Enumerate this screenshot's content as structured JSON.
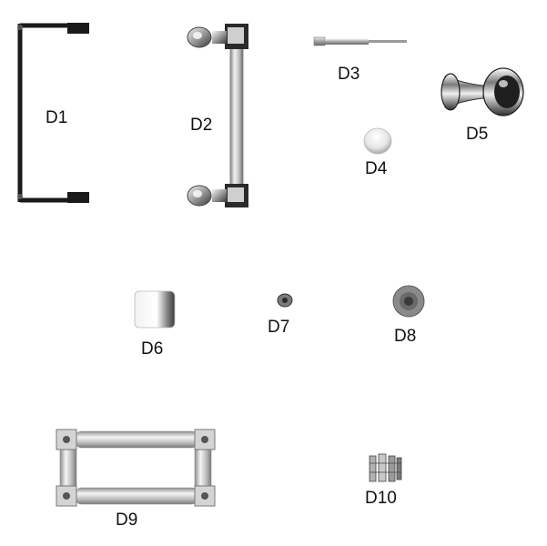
{
  "parts": [
    {
      "label": "D1"
    },
    {
      "label": "D2"
    },
    {
      "label": "D3"
    },
    {
      "label": "D4"
    },
    {
      "label": "D5"
    },
    {
      "label": "D6"
    },
    {
      "label": "D7"
    },
    {
      "label": "D8"
    },
    {
      "label": "D9"
    },
    {
      "label": "D10"
    }
  ],
  "colors": {
    "background": "#ffffff",
    "metal_dark": "#1a1a1a",
    "chrome_light": "#e6e6e6",
    "chrome_mid": "#a8a8a8"
  }
}
